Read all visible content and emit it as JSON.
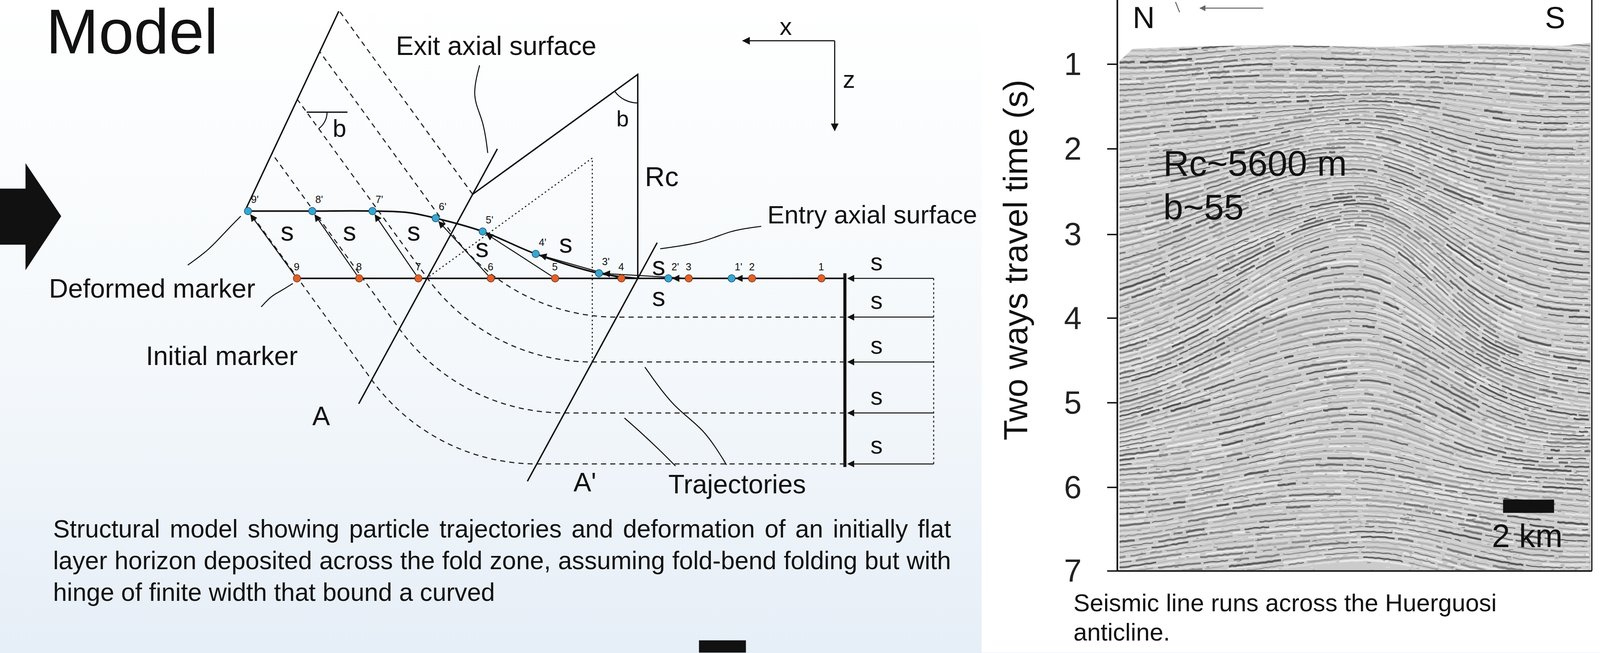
{
  "diagram": {
    "title": "Model",
    "caption": "Structural model showing particle trajectories and deformation of an initially flat layer horizon deposited across the fold zone, assuming fold-bend folding but with hinge of finite width that bound a curved",
    "labels": [
      "Exit axial surface",
      "x",
      "z",
      "b",
      "b",
      "Rc",
      "Entry axial surface",
      "Deformed marker",
      "Initial marker",
      "A",
      "A'",
      "Trajectories",
      "s",
      "s",
      "s",
      "s",
      "s",
      "s",
      "s",
      "s",
      "s",
      "s",
      "s",
      "s",
      "9'",
      "8'",
      "7'",
      "6'",
      "5'",
      "4'",
      "3'",
      "2'",
      "1'",
      "1",
      "2",
      "3",
      "4",
      "5",
      "6",
      "7",
      "8",
      "9",
      "Two ways travel time (s)",
      "1",
      "2",
      "3",
      "4",
      "5",
      "6",
      "7",
      "N",
      "S",
      "Rc~5600 m",
      "b~55",
      "2 km",
      "Seismic line runs across the Huerguosi anticline."
    ]
  }
}
